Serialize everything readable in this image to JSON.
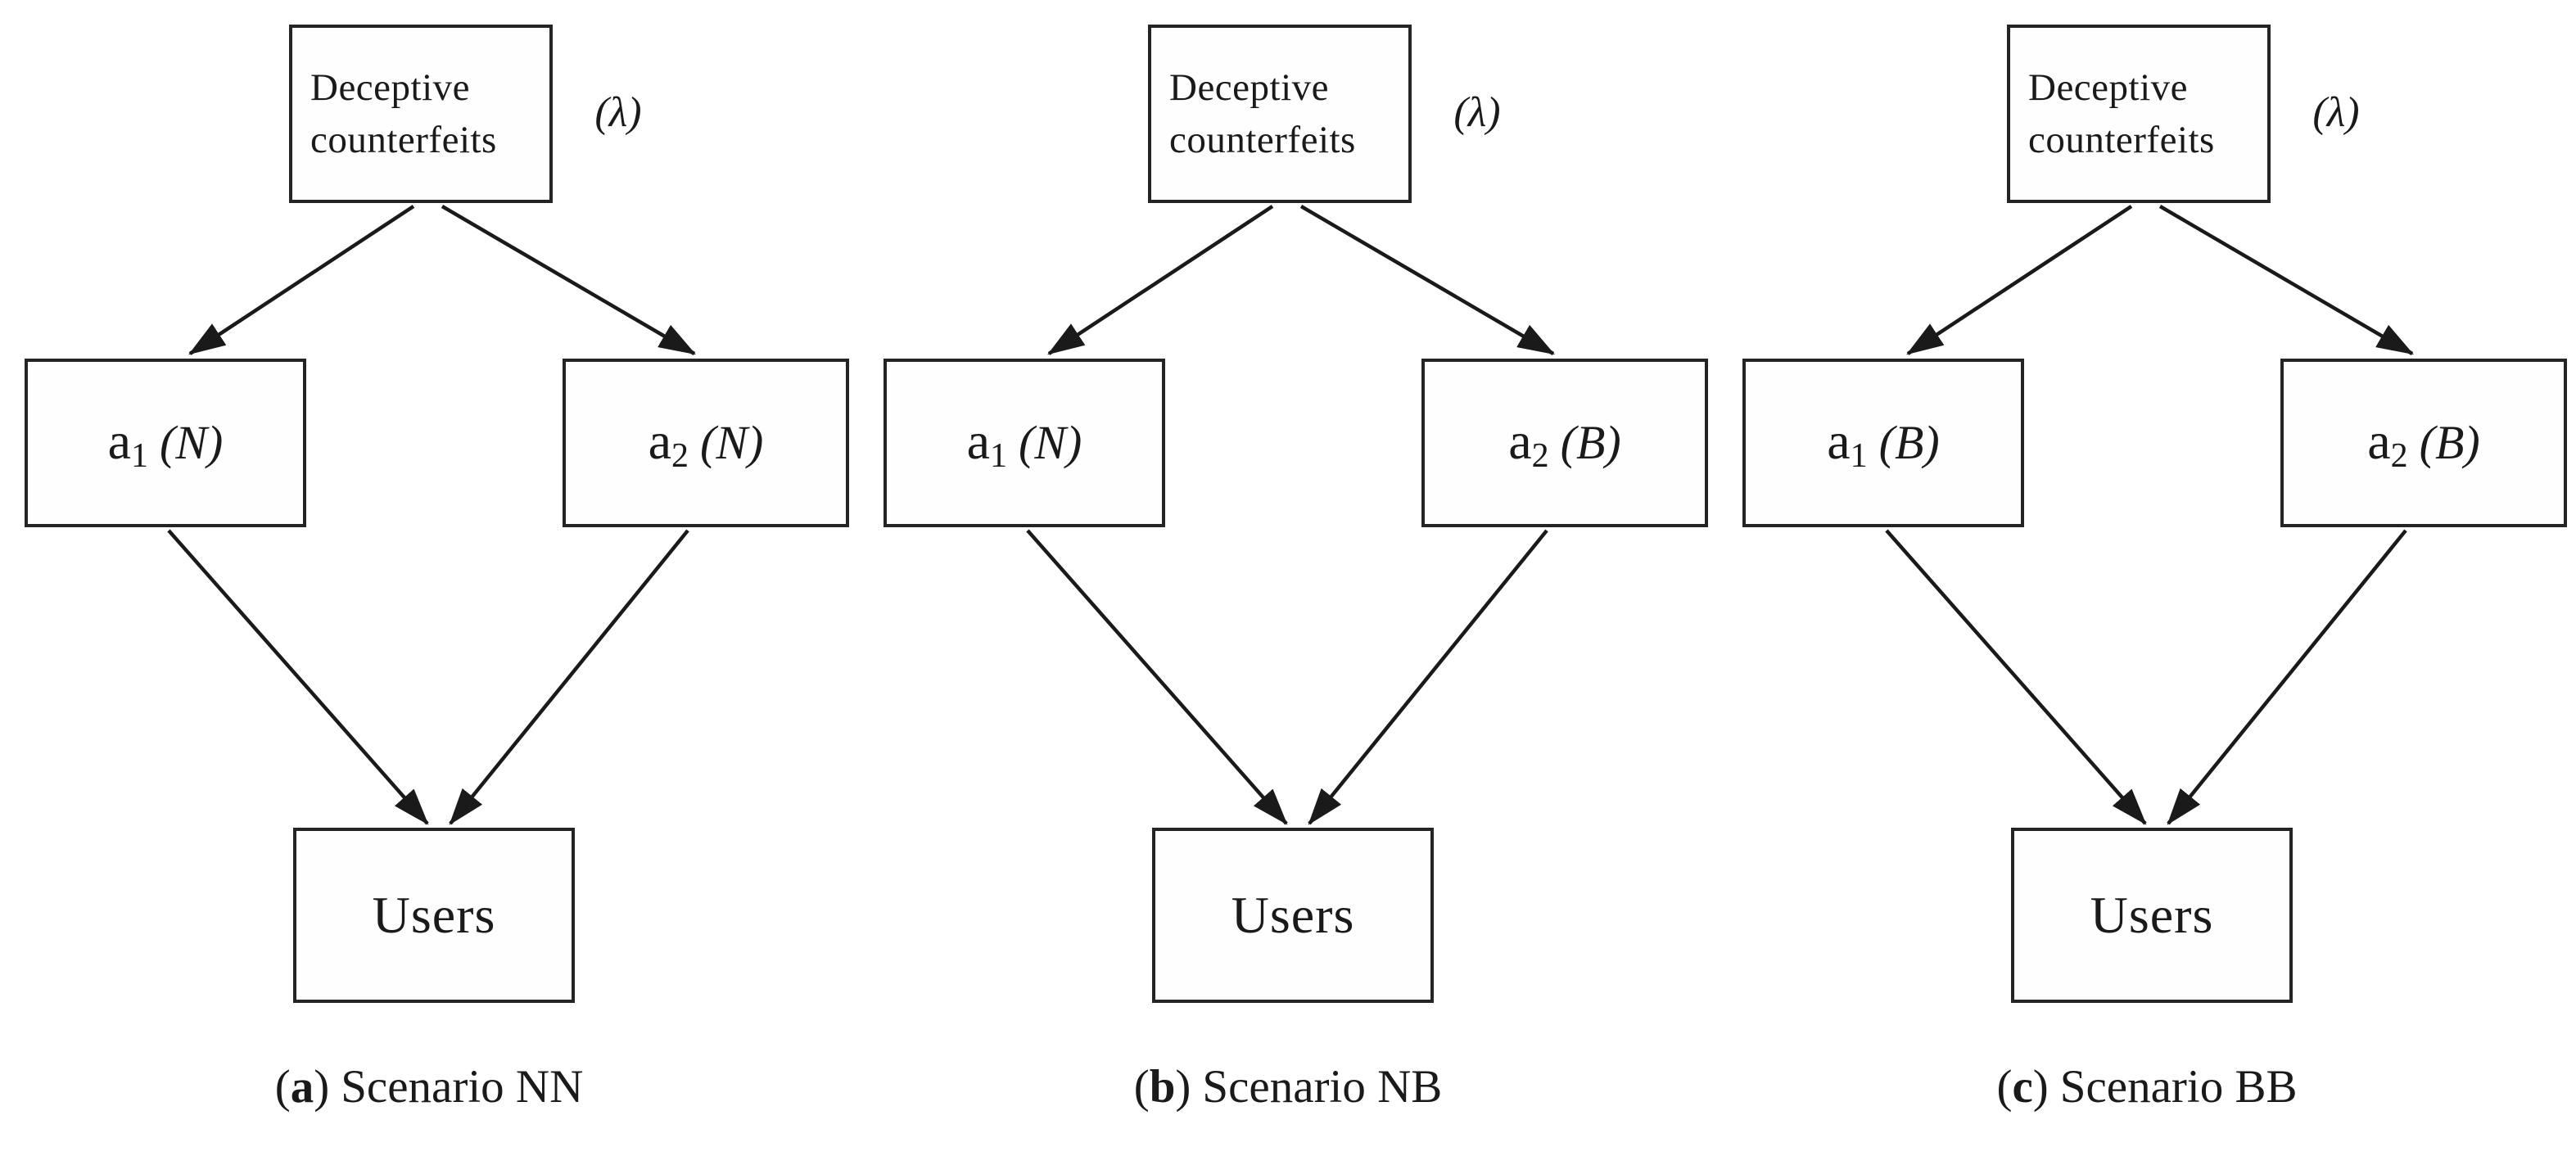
{
  "colors": {
    "background": "#ffffff",
    "ink": "#1a1a1a",
    "box_border": "#242424"
  },
  "figure": {
    "panels": [
      {
        "top_box": {
          "line1": "Deceptive",
          "line2": "counterfeits"
        },
        "rate_label": "(λ)",
        "left_node": {
          "name": "a",
          "sub": "1",
          "state": "(N)"
        },
        "right_node": {
          "name": "a",
          "sub": "2",
          "state": "(N)"
        },
        "bottom_box": "Users",
        "caption": {
          "open": "(",
          "letter": "a",
          "close": ")",
          "title": "Scenario NN"
        }
      },
      {
        "top_box": {
          "line1": "Deceptive",
          "line2": "counterfeits"
        },
        "rate_label": "(λ)",
        "left_node": {
          "name": "a",
          "sub": "1",
          "state": "(N)"
        },
        "right_node": {
          "name": "a",
          "sub": "2",
          "state": "(B)"
        },
        "bottom_box": "Users",
        "caption": {
          "open": "(",
          "letter": "b",
          "close": ")",
          "title": "Scenario NB"
        }
      },
      {
        "top_box": {
          "line1": "Deceptive",
          "line2": "counterfeits"
        },
        "rate_label": "(λ)",
        "left_node": {
          "name": "a",
          "sub": "1",
          "state": "(B)"
        },
        "right_node": {
          "name": "a",
          "sub": "2",
          "state": "(B)"
        },
        "bottom_box": "Users",
        "caption": {
          "open": "(",
          "letter": "c",
          "close": ")",
          "title": "Scenario BB"
        }
      }
    ]
  }
}
